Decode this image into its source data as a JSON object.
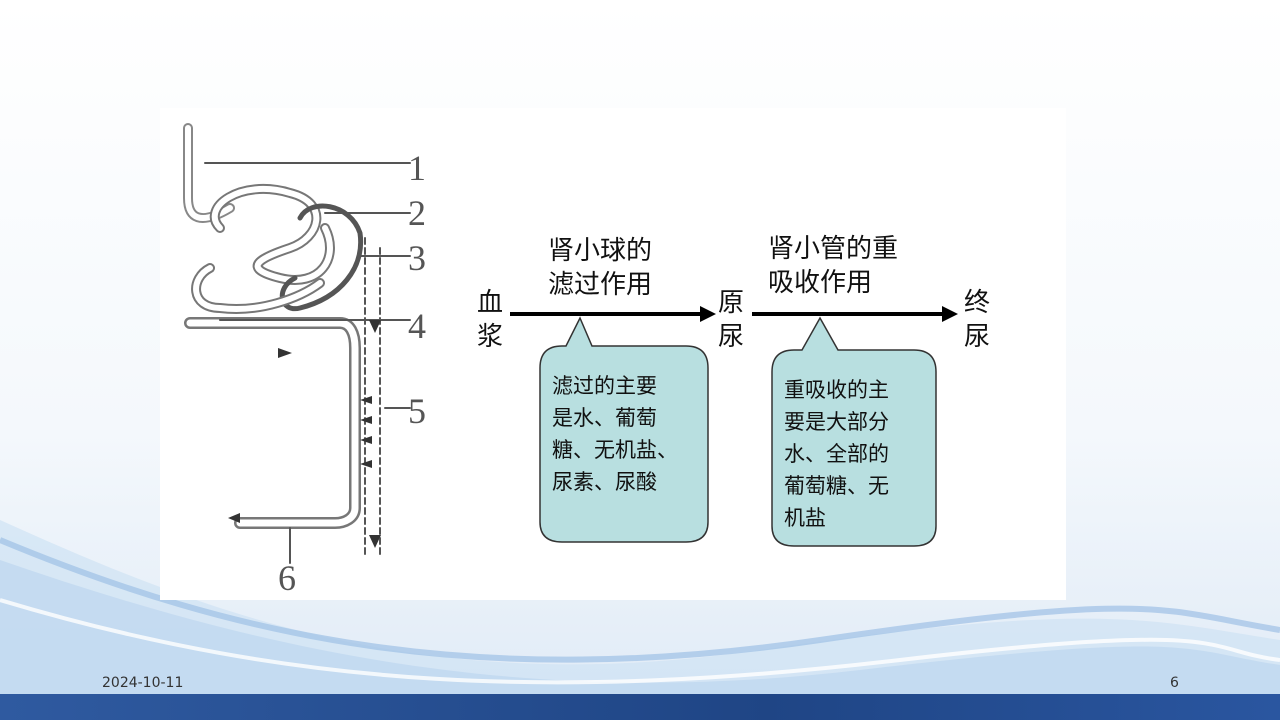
{
  "slide": {
    "date": "2024-10-11",
    "page_number": "6"
  },
  "nephron_labels": [
    "1",
    "2",
    "3",
    "4",
    "5",
    "6"
  ],
  "flow": {
    "start": [
      "血",
      "浆"
    ],
    "middle": [
      "原",
      "尿"
    ],
    "end": [
      "终",
      "尿"
    ],
    "process1": [
      "肾小球的",
      "滤过作用"
    ],
    "process2": [
      "肾小管的重",
      "吸收作用"
    ]
  },
  "callouts": {
    "filtration": [
      "滤过的主要",
      "是水、葡萄",
      "糖、无机盐、",
      "尿素、尿酸"
    ],
    "reabsorption": [
      "重吸收的主",
      "要是大部分",
      "水、全部的",
      "葡萄糖、无",
      "机盐"
    ]
  },
  "colors": {
    "callout_fill": "#b8dfe0",
    "footer_bar": "#1f4585"
  }
}
